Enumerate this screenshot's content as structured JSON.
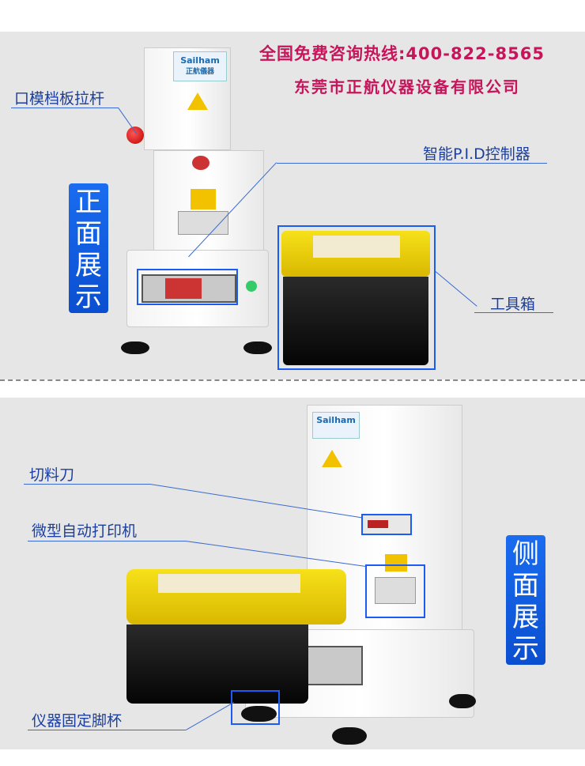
{
  "header": {
    "hotline": "全国免费咨询热线:400-822-8565",
    "company": "东莞市正航仪器设备有限公司"
  },
  "front": {
    "badge": "正面展示",
    "labels": {
      "knob": "口模档板拉杆",
      "controller": "智能P.I.D控制器",
      "toolbox": "工具箱"
    }
  },
  "side": {
    "badge": "侧面展示",
    "labels": {
      "cutter": "切料刀",
      "printer": "微型自动打印机",
      "foot": "仪器固定脚杯"
    }
  },
  "brand": {
    "logo": "Sailham",
    "logo_cn": "正航儀器"
  },
  "colors": {
    "accent_text": "#c8145a",
    "highlight": "#1b5cf5",
    "badge": "#0a4fd0"
  }
}
